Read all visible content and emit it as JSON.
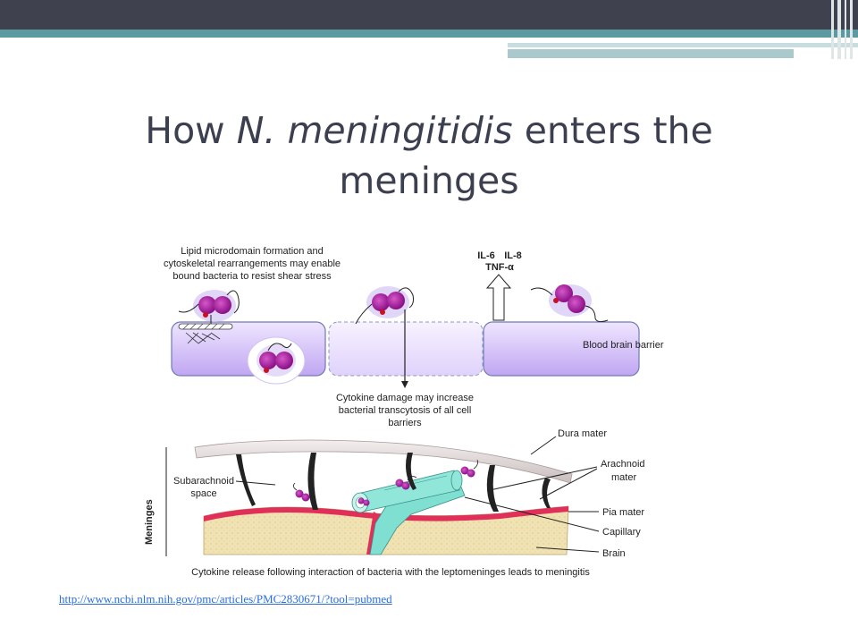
{
  "slide": {
    "title_pre": "How ",
    "title_italic": "N. meningitidis",
    "title_post": " enters the meninges",
    "source_link": "http://www.ncbi.nlm.nih.gov/pmc/articles/PMC2830671/?tool=pubmed"
  },
  "diagram": {
    "lipid_note": [
      "Lipid microdomain formation and",
      "cytoskeletal rearrangements may enable",
      "bound bacteria to resist shear stress"
    ],
    "cytokines": [
      "IL-6",
      "IL-8",
      "TNF-α"
    ],
    "bbb_label": "Blood brain barrier",
    "cytokine_damage": [
      "Cytokine damage may increase",
      "bacterial transcytosis of all cell",
      "barriers"
    ],
    "dura_label": "Dura mater",
    "arachnoid_label": [
      "Arachnoid",
      "mater"
    ],
    "subarachnoid_label": [
      "Subarachnoid",
      "space"
    ],
    "pia_label": "Pia mater",
    "capillary_label": "Capillary",
    "brain_label": "Brain",
    "meninges_label": "Meninges",
    "caption": "Cytokine release following interaction of bacteria with the leptomeninges leads to meningitis"
  },
  "colors": {
    "cell_fill": "#c8b2f4",
    "bacteria": "#a3159c",
    "pia": "#e0305a",
    "brain": "#f0e2b2",
    "capillary": "#7fe0d2"
  }
}
